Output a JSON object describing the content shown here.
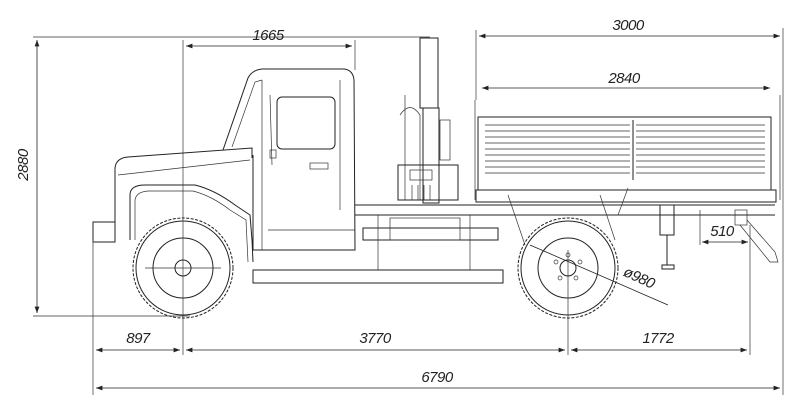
{
  "drawing": {
    "title": "Truck with loader crane - side view dimensions",
    "dimensions": {
      "overall_height": "2880",
      "front_axle_to_cab_back": "1665",
      "body_outer_length": "3000",
      "body_inner_length": "2840",
      "rear_overhang_extension": "510",
      "wheel_diameter": "ø980",
      "front_overhang": "897",
      "wheelbase": "3770",
      "rear_overhang": "1772",
      "overall_length": "6790"
    }
  }
}
